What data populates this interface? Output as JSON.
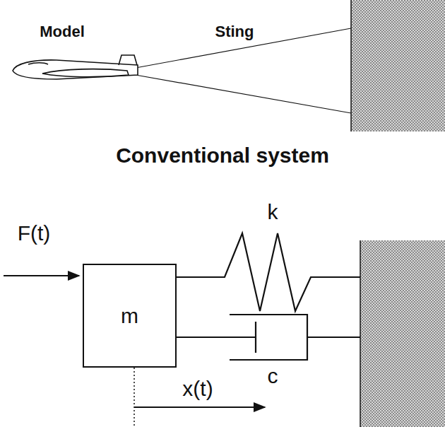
{
  "diagram": {
    "nodes": [
      {
        "text": [
          "m"
        ]
      }
    ],
    "labels": [
      "Model",
      "Sting",
      "Conventional system",
      "k",
      "F(t)",
      "c",
      "x(t)"
    ]
  }
}
